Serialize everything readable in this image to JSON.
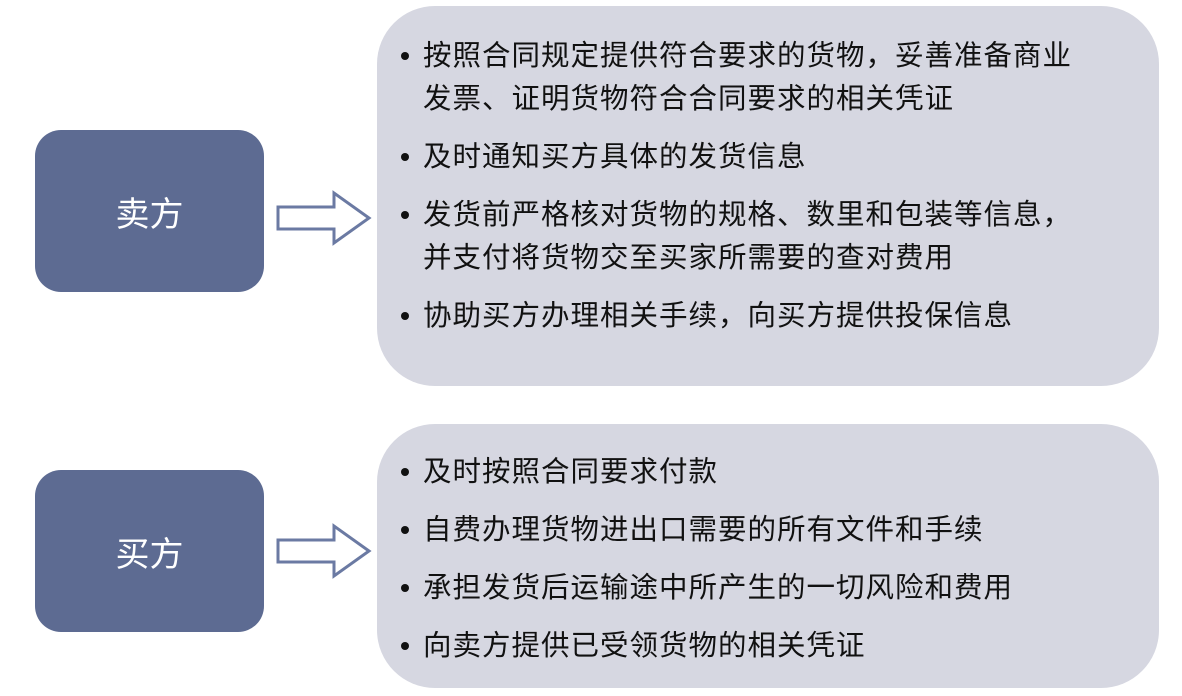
{
  "seller": {
    "label": "卖方",
    "duties": [
      {
        "lines": [
          "按照合同规定提供符合要求的货物，妥善准备商业",
          "发票、证明货物符合合同要求的相关凭证"
        ]
      },
      {
        "lines": [
          "及时通知买方具体的发货信息"
        ]
      },
      {
        "lines": [
          "发货前严格核对货物的规格、数里和包装等信息，",
          "并支付将货物交至买家所需要的查对费用"
        ]
      },
      {
        "lines": [
          "协助买方办理相关手续，向买方提供投保信息"
        ]
      }
    ]
  },
  "buyer": {
    "label": "买方",
    "duties": [
      {
        "lines": [
          "及时按照合同要求付款"
        ]
      },
      {
        "lines": [
          "自费办理货物进出口需要的所有文件和手续"
        ]
      },
      {
        "lines": [
          "承担发货后运输途中所产生的一切风险和费用"
        ]
      },
      {
        "lines": [
          "向卖方提供已受领货物的相关凭证"
        ]
      }
    ]
  },
  "colors": {
    "role_box": "#5d6b92",
    "panel": "#d6d7e1",
    "arrow_stroke": "#6b7aa3"
  },
  "icons": {
    "arrow": "hollow-right-arrow-icon",
    "bullet": "bullet-dot-icon"
  }
}
